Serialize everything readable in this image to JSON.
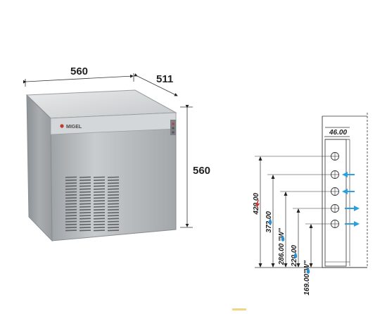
{
  "product": {
    "brand_logo": "MIGEL"
  },
  "dimensions": {
    "width": "560",
    "depth": "511",
    "height": "560"
  },
  "connections": {
    "offset": "46.00",
    "heights": [
      {
        "value": "420.00",
        "icon": "lightning-icon",
        "color": "#e02020"
      },
      {
        "value": "372.00",
        "icon": "water-drop-icon",
        "color": "#2e8fd0"
      },
      {
        "value": "286.00 \"W\"",
        "icon": "water-drop-icon",
        "color": "#2e8fd0"
      },
      {
        "value": "220.00",
        "icon": "water-drop-icon",
        "color": "#2e8fd0"
      },
      {
        "value": "169.00\"W\"",
        "icon": "water-drop-icon",
        "color": "#2e8fd0"
      }
    ]
  },
  "colors": {
    "arrow": "#2aa0e0",
    "line": "#333333"
  }
}
